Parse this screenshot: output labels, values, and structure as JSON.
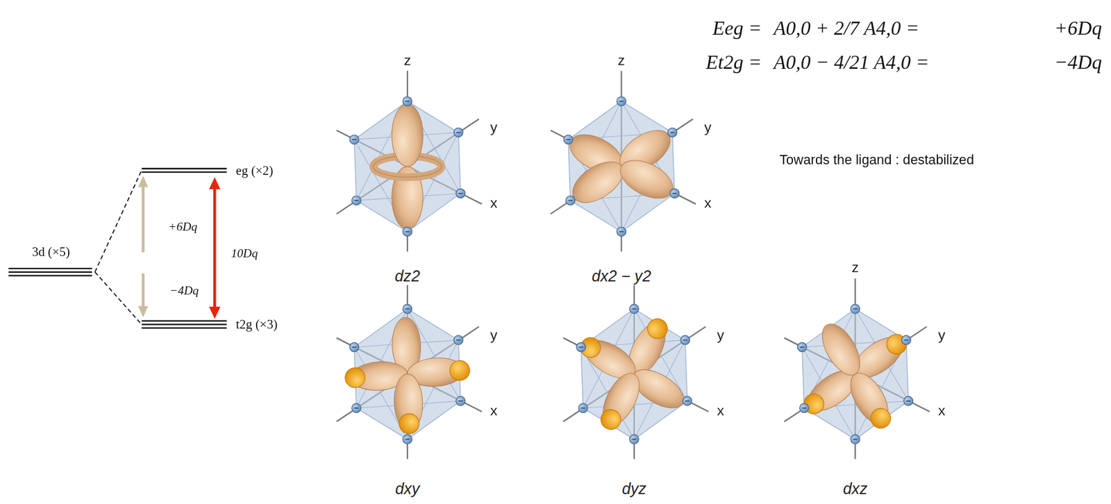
{
  "diagram": {
    "labels": [
      "Eeg =",
      "A0,0 + 2/7 A4,0 =",
      "+6Dq",
      "Et2g =",
      "A0,0 − 4/21 A4,0 =",
      "−4Dq",
      "Towards the ligand : destabilized",
      "3d (×5)",
      "eg (×2)",
      "t2g (×3)",
      "+6Dq",
      "−4Dq",
      "10Dq",
      "z",
      "y",
      "x",
      "z",
      "y",
      "x",
      "y",
      "x",
      "y",
      "x",
      "z",
      "y",
      "x",
      "dz2",
      "dx2 − y2",
      "dxy",
      "dyz",
      "dxz"
    ]
  }
}
